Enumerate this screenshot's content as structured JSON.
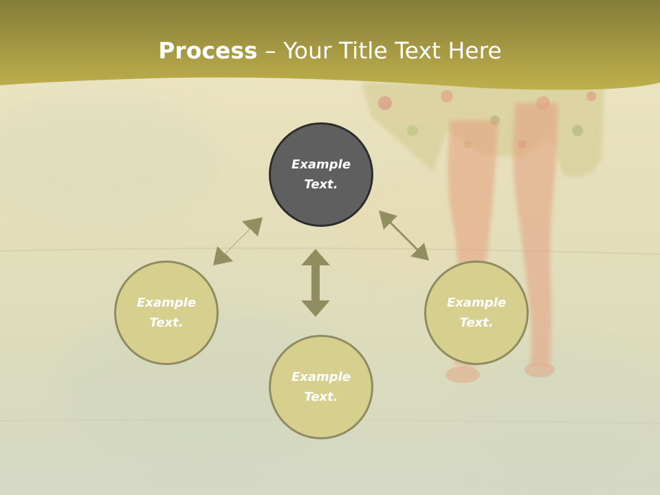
{
  "slide": {
    "title_bold": "Process",
    "title_rest": " – Your Title Text Here"
  },
  "colors": {
    "header": "#b8ab4a",
    "center_fill": "#5f5f5f",
    "outer_fill": "#d6cf8e",
    "arrow": "#8c8a5c"
  },
  "diagram": {
    "center": {
      "label": "Example\nText."
    },
    "nodes": [
      {
        "label": "Example\nText."
      },
      {
        "label": "Example\nText."
      },
      {
        "label": "Example\nText."
      }
    ]
  }
}
